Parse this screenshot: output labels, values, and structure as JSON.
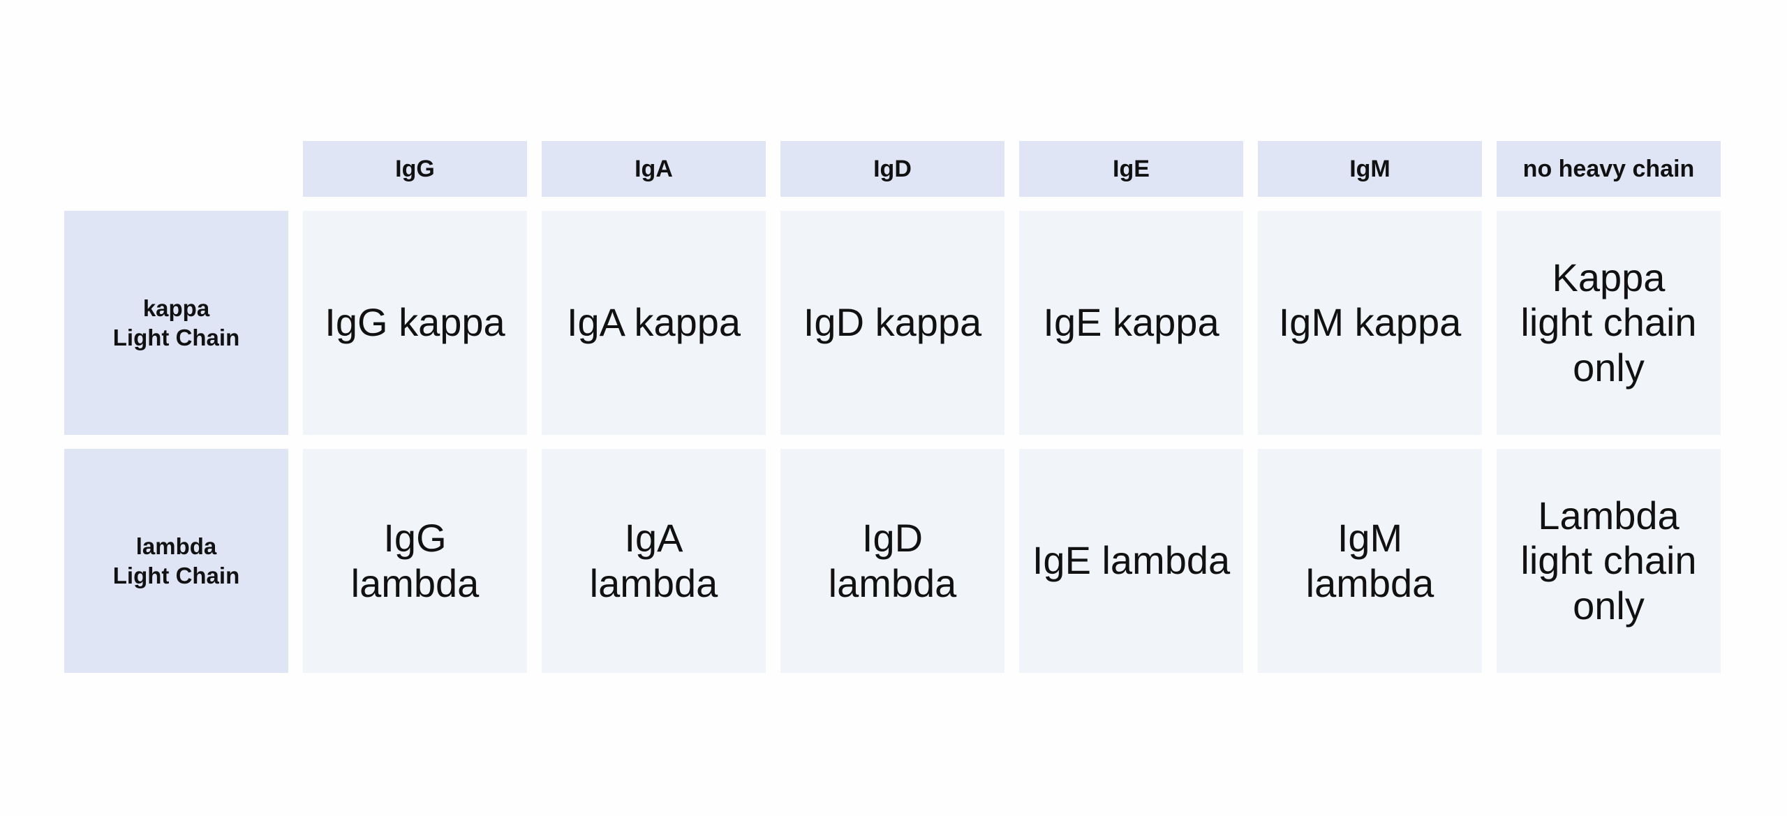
{
  "columns": [
    "IgG",
    "IgA",
    "IgD",
    "IgE",
    "IgM",
    "no heavy chain"
  ],
  "rows": [
    {
      "label_line1": "kappa",
      "label_line2": "Light Chain",
      "cells": [
        "IgG kappa",
        "IgA kappa",
        "IgD kappa",
        "IgE kappa",
        "IgM kappa",
        "Kappa\nlight chain\nonly"
      ]
    },
    {
      "label_line1": "lambda",
      "label_line2": "Light Chain",
      "cells": [
        "IgG\nlambda",
        "IgA\nlambda",
        "IgD\nlambda",
        "IgE lambda",
        "IgM\nlambda",
        "Lambda\nlight chain\nonly"
      ]
    }
  ],
  "colors": {
    "header_bg": "#dfe5f4",
    "cell_bg": "#f1f4f9",
    "page_bg": "#fefefe"
  }
}
